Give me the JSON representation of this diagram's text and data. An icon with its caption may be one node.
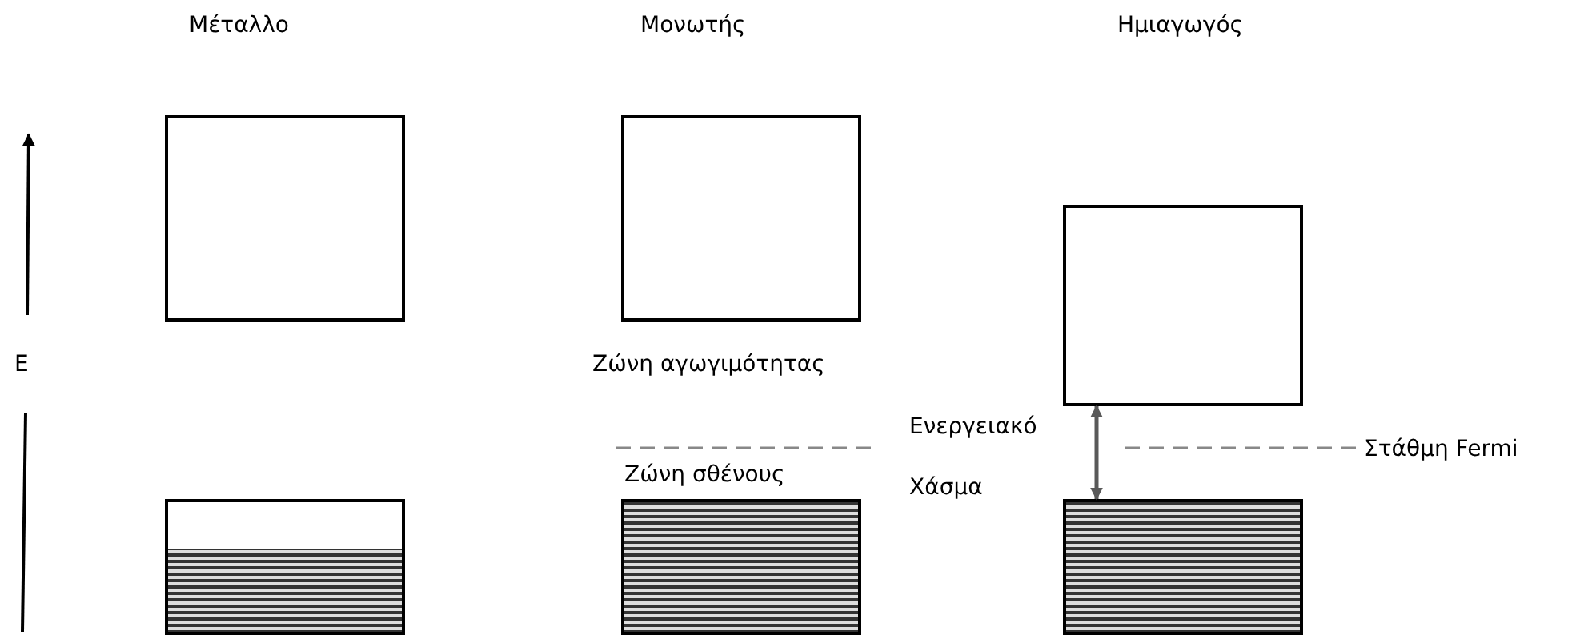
{
  "diagram": {
    "nodes": [
      {
        "text": [],
        "shape": "box"
      },
      {
        "text": [],
        "shape": "box",
        "beside": [
          "Ζώνη αγωγιμότητας"
        ]
      },
      {
        "text": [],
        "shape": "box"
      },
      {
        "text": [],
        "shape": "box"
      },
      {
        "text": [],
        "shape": "box",
        "beside": [
          "Ζώνη σθένους"
        ]
      },
      {
        "text": [],
        "shape": "box"
      }
    ],
    "edges": [
      {
        "from": 2,
        "to": 5,
        "arrow": "both"
      }
    ],
    "labels": [
      "Μέταλλο",
      "Μονωτής",
      "Ημιαγωγός",
      "E",
      "Ενεργειακό",
      "Χάσμα",
      "Στάθμη Fermi"
    ]
  }
}
